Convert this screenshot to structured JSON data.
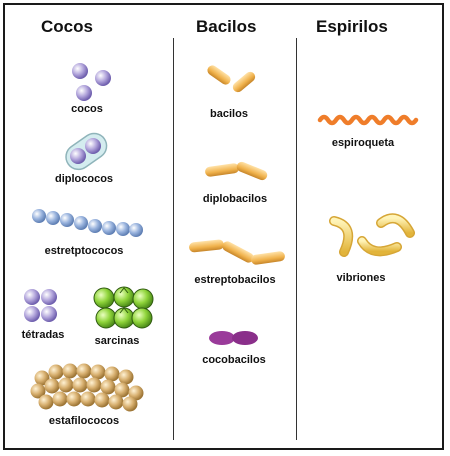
{
  "columns": {
    "cocos": "Cocos",
    "bacilos": "Bacilos",
    "espirilos": "Espirilos"
  },
  "labels": {
    "cocos": "cocos",
    "diplococos": "diplococos",
    "estretptococos": "estretptococos",
    "tetradas": "tétradas",
    "sarcinas": "sarcinas",
    "estafilococos": "estafilococos",
    "bacilos": "bacilos",
    "diplobacilos": "diplobacilos",
    "estreptobacilos": "estreptobacilos",
    "cocobacilos": "cocobacilos",
    "espiroqueta": "espiroqueta",
    "vibriones": "vibriones"
  },
  "colors": {
    "coccus": "#b3a6dc",
    "streptococcus": "#9ab4de",
    "sarcina": "#8fd43a",
    "staphylococcus": "#d8b070",
    "bacillus": "#f0b24c",
    "cocobacillus": "#9a3b9a",
    "spirochete": "#ef7d2a",
    "vibrio": "#f2d24a"
  }
}
